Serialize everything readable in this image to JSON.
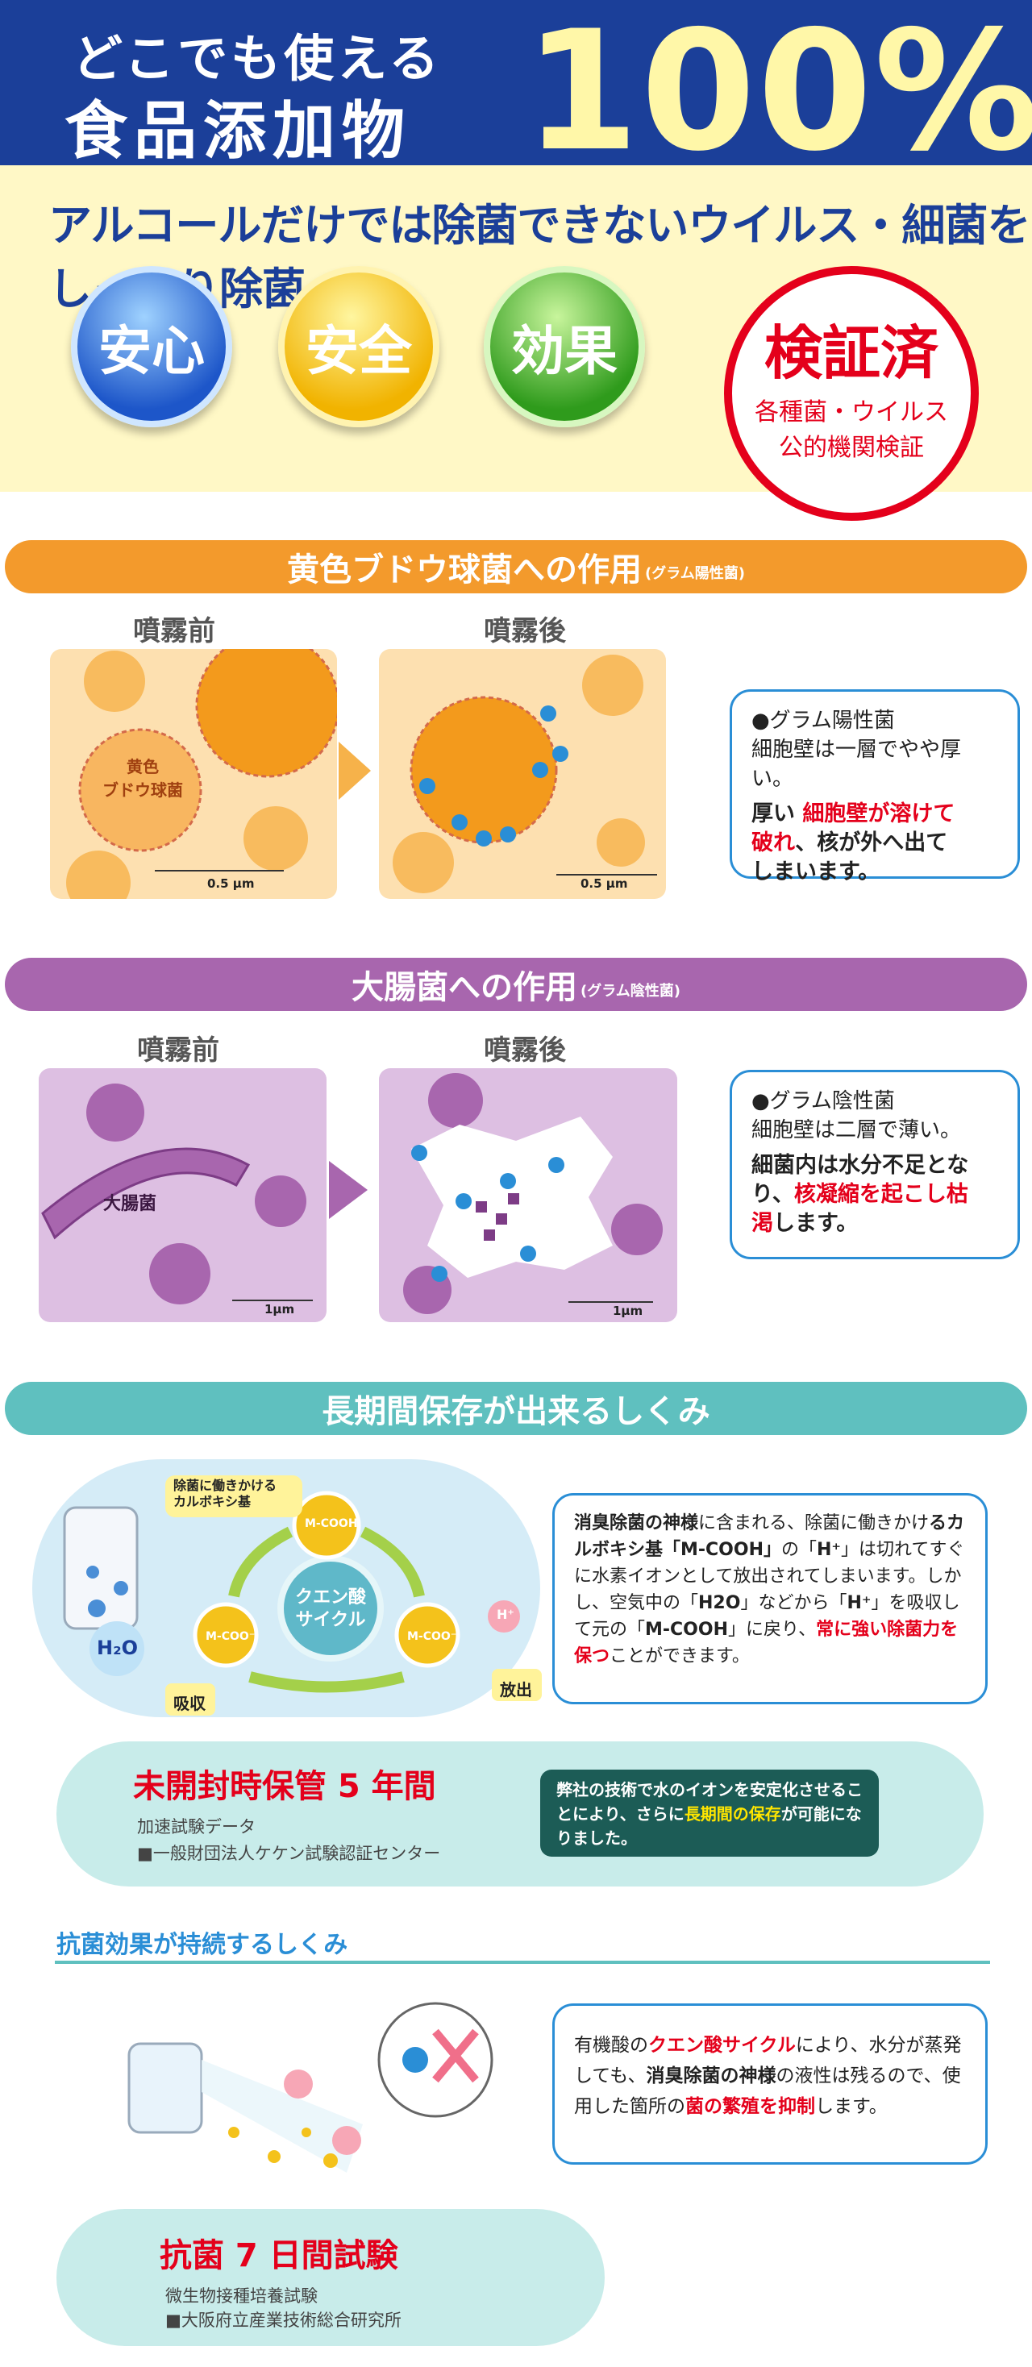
{
  "header": {
    "line1": "どこでも使える",
    "line2": "食品添加物",
    "big": "100%"
  },
  "subtitle": "アルコールだけでは除菌できないウイルス・細菌をしっかり除菌",
  "badges": [
    "安心",
    "安全",
    "効果"
  ],
  "certified": {
    "main": "検証済",
    "line1": "各種菌・ウイルス",
    "line2": "公的機関検証"
  },
  "section1": {
    "title": "黄色ブドウ球菌への作用",
    "note": "(グラム陽性菌)",
    "before": "噴霧前",
    "after": "噴霧後",
    "label": "黄色\nブドウ球菌",
    "scale": "0.5 μm",
    "info_head": "●グラム陽性菌",
    "info_line": "細胞壁は一層でやや厚い。",
    "info_b1": "厚い",
    "info_r1": "細胞壁が溶けて",
    "info_r2": "破れ",
    "info_b2": "、核が外へ出て",
    "info_b3": "しまいます。"
  },
  "section2": {
    "title": "大腸菌への作用",
    "note": "(グラム陰性菌)",
    "before": "噴霧前",
    "after": "噴霧後",
    "label": "大腸菌",
    "scale": "1μm",
    "info_head": "●グラム陰性菌",
    "info_line": "細胞壁は二層で薄い。",
    "info_b1": "細菌内は水分不足とな",
    "info_b2": "り、",
    "info_r1": "核凝縮を起こし枯",
    "info_r2": "渇",
    "info_b3": "します。"
  },
  "section3": {
    "title": "長期間保存が出来るしくみ",
    "tag": "除菌に働きかける\nカルボキシ基",
    "mcooh": "M-COOH",
    "mcoo": "M-COO⁻",
    "cycle": "クエン酸\nサイクル",
    "h2o": "H₂O",
    "hplus": "H⁺",
    "absorb": "吸収",
    "release": "放出",
    "info": [
      {
        "t": "消臭除菌の神様",
        "s": "b"
      },
      {
        "t": "に含まれる、除菌に働きかけ",
        "s": ""
      },
      {
        "t": "るカルボキシ基「M-COOH」",
        "s": "b"
      },
      {
        "t": "の「",
        "s": ""
      },
      {
        "t": "H⁺",
        "s": "b"
      },
      {
        "t": "」は切れてすぐに水素イオンとして放出されてしまいます。しかし、空気中の「",
        "s": ""
      },
      {
        "t": "H2O",
        "s": "b"
      },
      {
        "t": "」などから「",
        "s": ""
      },
      {
        "t": "H⁺",
        "s": "b"
      },
      {
        "t": "」を吸収して元の「",
        "s": ""
      },
      {
        "t": "M-COOH",
        "s": "b"
      },
      {
        "t": "」に戻り、",
        "s": ""
      },
      {
        "t": "常に強い除菌力を保つ",
        "s": "r"
      },
      {
        "t": "ことができます。",
        "s": ""
      }
    ],
    "storage_title": "未開封時保管 5 年間",
    "storage_l1": "加速試験データ",
    "storage_l2": "■一般財団法人ケケン試験認証センター",
    "tech": [
      {
        "t": "弊社の技術で水のイオンを安定化させることにより、さらに",
        "s": ""
      },
      {
        "t": "長期間の保存",
        "s": "y"
      },
      {
        "t": "が可能になりました。",
        "s": ""
      }
    ]
  },
  "section4": {
    "title": "抗菌効果が持続するしくみ",
    "info": [
      {
        "t": "有機酸の",
        "s": ""
      },
      {
        "t": "クエン酸サイクル",
        "s": "r"
      },
      {
        "t": "により、水分が蒸発しても、",
        "s": ""
      },
      {
        "t": "消臭除菌の神様",
        "s": "b"
      },
      {
        "t": "の液性は残るので、使用した箇所の",
        "s": ""
      },
      {
        "t": "菌の繁殖を抑制",
        "s": "r"
      },
      {
        "t": "します。",
        "s": ""
      }
    ],
    "test_title": "抗菌 7 日間試験",
    "test_l1": "微生物接種培養試験",
    "test_l2": "■大阪府立産業技術総合研究所"
  }
}
